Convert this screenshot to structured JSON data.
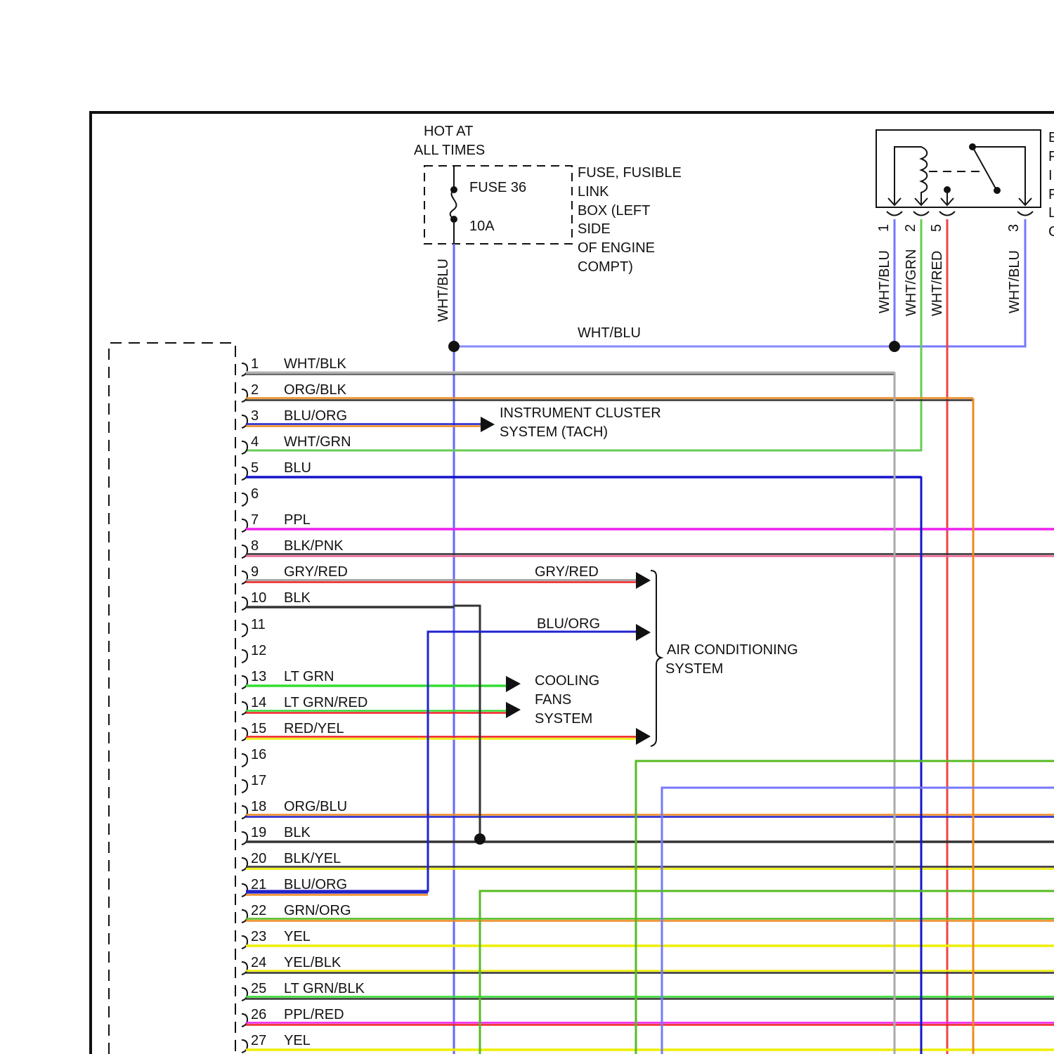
{
  "source": {
    "line1": "HOT AT",
    "line2": "ALL TIMES"
  },
  "fuse": {
    "name": "FUSE 36",
    "rating": "10A"
  },
  "fuse_box_label": [
    "FUSE, FUSIBLE",
    "LINK",
    "BOX (LEFT",
    "SIDE",
    "OF ENGINE",
    "COMPT)"
  ],
  "fuse_wire_label": "WHT/BLU",
  "bus_label": "WHT/BLU",
  "relay": {
    "side_label_letters": [
      "E",
      "F",
      "I",
      "F",
      "L",
      "C"
    ],
    "pins": [
      {
        "num": "1",
        "color_label": "WHT/BLU"
      },
      {
        "num": "2",
        "color_label": "WHT/GRN"
      },
      {
        "num": "5",
        "color_label": "WHT/RED"
      },
      {
        "num": "3",
        "color_label": "WHT/BLU"
      }
    ]
  },
  "connector_pins": [
    {
      "num": "1",
      "label": "WHT/BLK",
      "colors": [
        "#ffffff",
        "#333333"
      ]
    },
    {
      "num": "2",
      "label": "ORG/BLK",
      "colors": [
        "#ee8a22",
        "#333333"
      ]
    },
    {
      "num": "3",
      "label": "BLU/ORG",
      "colors": [
        "#2222cc",
        "#ee8a22"
      ]
    },
    {
      "num": "4",
      "label": "WHT/GRN",
      "colors": [
        "#ffffff",
        "#55bb44"
      ]
    },
    {
      "num": "5",
      "label": "BLU",
      "colors": [
        "#1414cc"
      ]
    },
    {
      "num": "6",
      "label": "",
      "colors": []
    },
    {
      "num": "7",
      "label": "PPL",
      "colors": [
        "#ee22ee"
      ]
    },
    {
      "num": "8",
      "label": "BLK/PNK",
      "colors": [
        "#333333",
        "#ee6699"
      ]
    },
    {
      "num": "9",
      "label": "GRY/RED",
      "colors": [
        "#999999",
        "#ee2222"
      ]
    },
    {
      "num": "10",
      "label": "BLK",
      "colors": [
        "#333333"
      ]
    },
    {
      "num": "11",
      "label": "",
      "colors": []
    },
    {
      "num": "12",
      "label": "",
      "colors": []
    },
    {
      "num": "13",
      "label": "LT GRN",
      "colors": [
        "#33dd33"
      ]
    },
    {
      "num": "14",
      "label": "LT GRN/RED",
      "colors": [
        "#33dd33",
        "#ee2222"
      ]
    },
    {
      "num": "15",
      "label": "RED/YEL",
      "colors": [
        "#ee2222",
        "#eeee00"
      ]
    },
    {
      "num": "16",
      "label": "",
      "colors": []
    },
    {
      "num": "17",
      "label": "",
      "colors": []
    },
    {
      "num": "18",
      "label": "ORG/BLU",
      "colors": [
        "#ee8a22",
        "#2222cc"
      ]
    },
    {
      "num": "19",
      "label": "BLK",
      "colors": [
        "#333333"
      ]
    },
    {
      "num": "20",
      "label": "BLK/YEL",
      "colors": [
        "#333333",
        "#eeee00"
      ]
    },
    {
      "num": "21",
      "label": "BLU/ORG",
      "colors": [
        "#2222cc",
        "#ee8a22"
      ]
    },
    {
      "num": "22",
      "label": "GRN/ORG",
      "colors": [
        "#55bb22",
        "#ee8a22"
      ]
    },
    {
      "num": "23",
      "label": "YEL",
      "colors": [
        "#eeee00"
      ]
    },
    {
      "num": "24",
      "label": "YEL/BLK",
      "colors": [
        "#eeee00",
        "#333333"
      ]
    },
    {
      "num": "25",
      "label": "LT GRN/BLK",
      "colors": [
        "#33dd33",
        "#333333"
      ]
    },
    {
      "num": "26",
      "label": "PPL/RED",
      "colors": [
        "#ee22ee",
        "#ee2222"
      ]
    },
    {
      "num": "27",
      "label": "YEL",
      "colors": [
        "#eeee00"
      ]
    }
  ],
  "destinations": {
    "instrument_cluster": [
      "INSTRUMENT CLUSTER",
      "SYSTEM (TACH)"
    ],
    "gry_red_label": "GRY/RED",
    "blu_org_label": "BLU/ORG",
    "air_conditioning": [
      "AIR CONDITIONING",
      "SYSTEM"
    ],
    "cooling_fans": [
      "COOLING",
      "FANS",
      "SYSTEM"
    ]
  }
}
